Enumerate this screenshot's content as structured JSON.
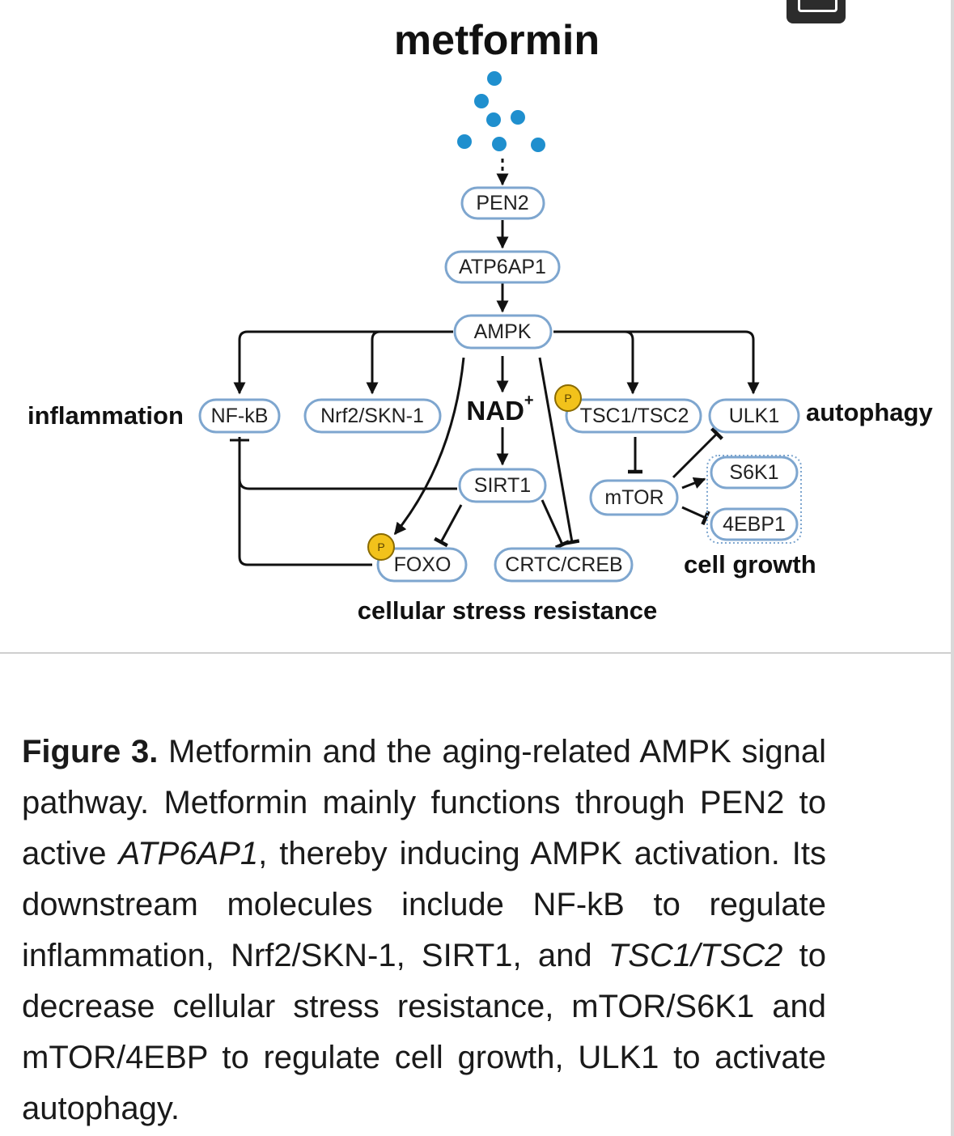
{
  "diagram": {
    "title": "metformin",
    "nodes": {
      "pen2": "PEN2",
      "atp6ap1": "ATP6AP1",
      "ampk": "AMPK",
      "nfkb": "NF-kB",
      "nrf2": "Nrf2/SKN-1",
      "nad": "NAD",
      "nad_sup": "+",
      "tsc": "TSC1/TSC2",
      "ulk1": "ULK1",
      "sirt1": "SIRT1",
      "mtor": "mTOR",
      "s6k1": "S6K1",
      "ebp1": "4EBP1",
      "foxo": "FOXO",
      "crtc": "CRTC/CREB"
    },
    "labels": {
      "inflammation": "inflammation",
      "autophagy": "autophagy",
      "cell_growth": "cell growth",
      "stress": "cellular stress resistance"
    },
    "phospho_badge": "P",
    "colors": {
      "node_border": "#7ea6cf",
      "molecule_dot": "#1f8fce",
      "phospho_badge": "#f2c21b"
    }
  },
  "caption": {
    "fig_label": "Figure 3.",
    "t1": " Metformin and the aging-related AMPK signal pathway. Metformin mainly functions through PEN2 to active ",
    "i1": "ATP6AP1",
    "t2": ", thereby inducing AMPK activation. Its downstream molecules include NF-kB to regulate inflammation, Nrf2/SKN-1, SIRT1, and ",
    "i2": "TSC1/TSC2",
    "t3": " to decrease cellular stress resistance, mTOR/S6K1 and mTOR/4EBP to regulate cell growth, ULK1 to activate autophagy."
  }
}
